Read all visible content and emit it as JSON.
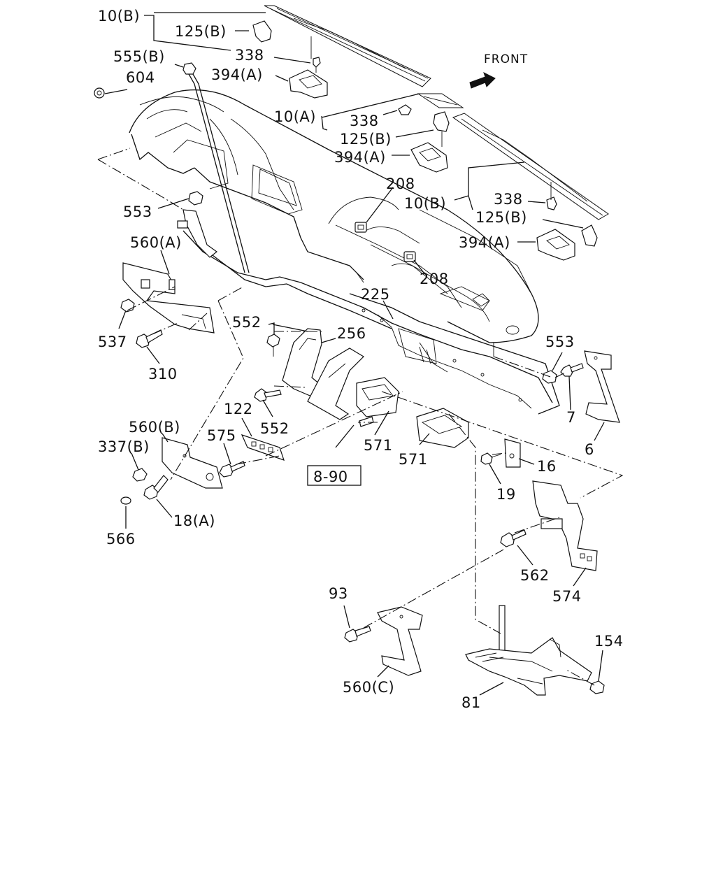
{
  "direction": {
    "label": "FRONT",
    "arrow_icon": "front-arrow-icon"
  },
  "callouts": {
    "c10B_top": "10(B)",
    "c125B_top": "125(B)",
    "c338_top": "338",
    "c555B": "555(B)",
    "c604": "604",
    "c394A_top": "394(A)",
    "c10A": "10(A)",
    "c338_mid": "338",
    "c125B_mid": "125(B)",
    "c394A_mid": "394(A)",
    "c208_top": "208",
    "c10B_right": "10(B)",
    "c338_right": "338",
    "c125B_right": "125(B)",
    "c394A_right": "394(A)",
    "c553_left": "553",
    "c560A": "560(A)",
    "c208_bot": "208",
    "c225": "225",
    "c537": "537",
    "c310": "310",
    "c552_top": "552",
    "c256": "256",
    "c553_right": "553",
    "c7": "7",
    "c122": "122",
    "c552_bot": "552",
    "c560B": "560(B)",
    "c575": "575",
    "c337B": "337(B)",
    "c571_a": "571",
    "c571_b": "571",
    "c6": "6",
    "c16": "16",
    "c19": "19",
    "c566": "566",
    "c18A": "18(A)",
    "c562": "562",
    "c574": "574",
    "c93": "93",
    "c154": "154",
    "c560C": "560(C)",
    "c81": "81"
  },
  "reference_box": {
    "label": "8-90"
  }
}
